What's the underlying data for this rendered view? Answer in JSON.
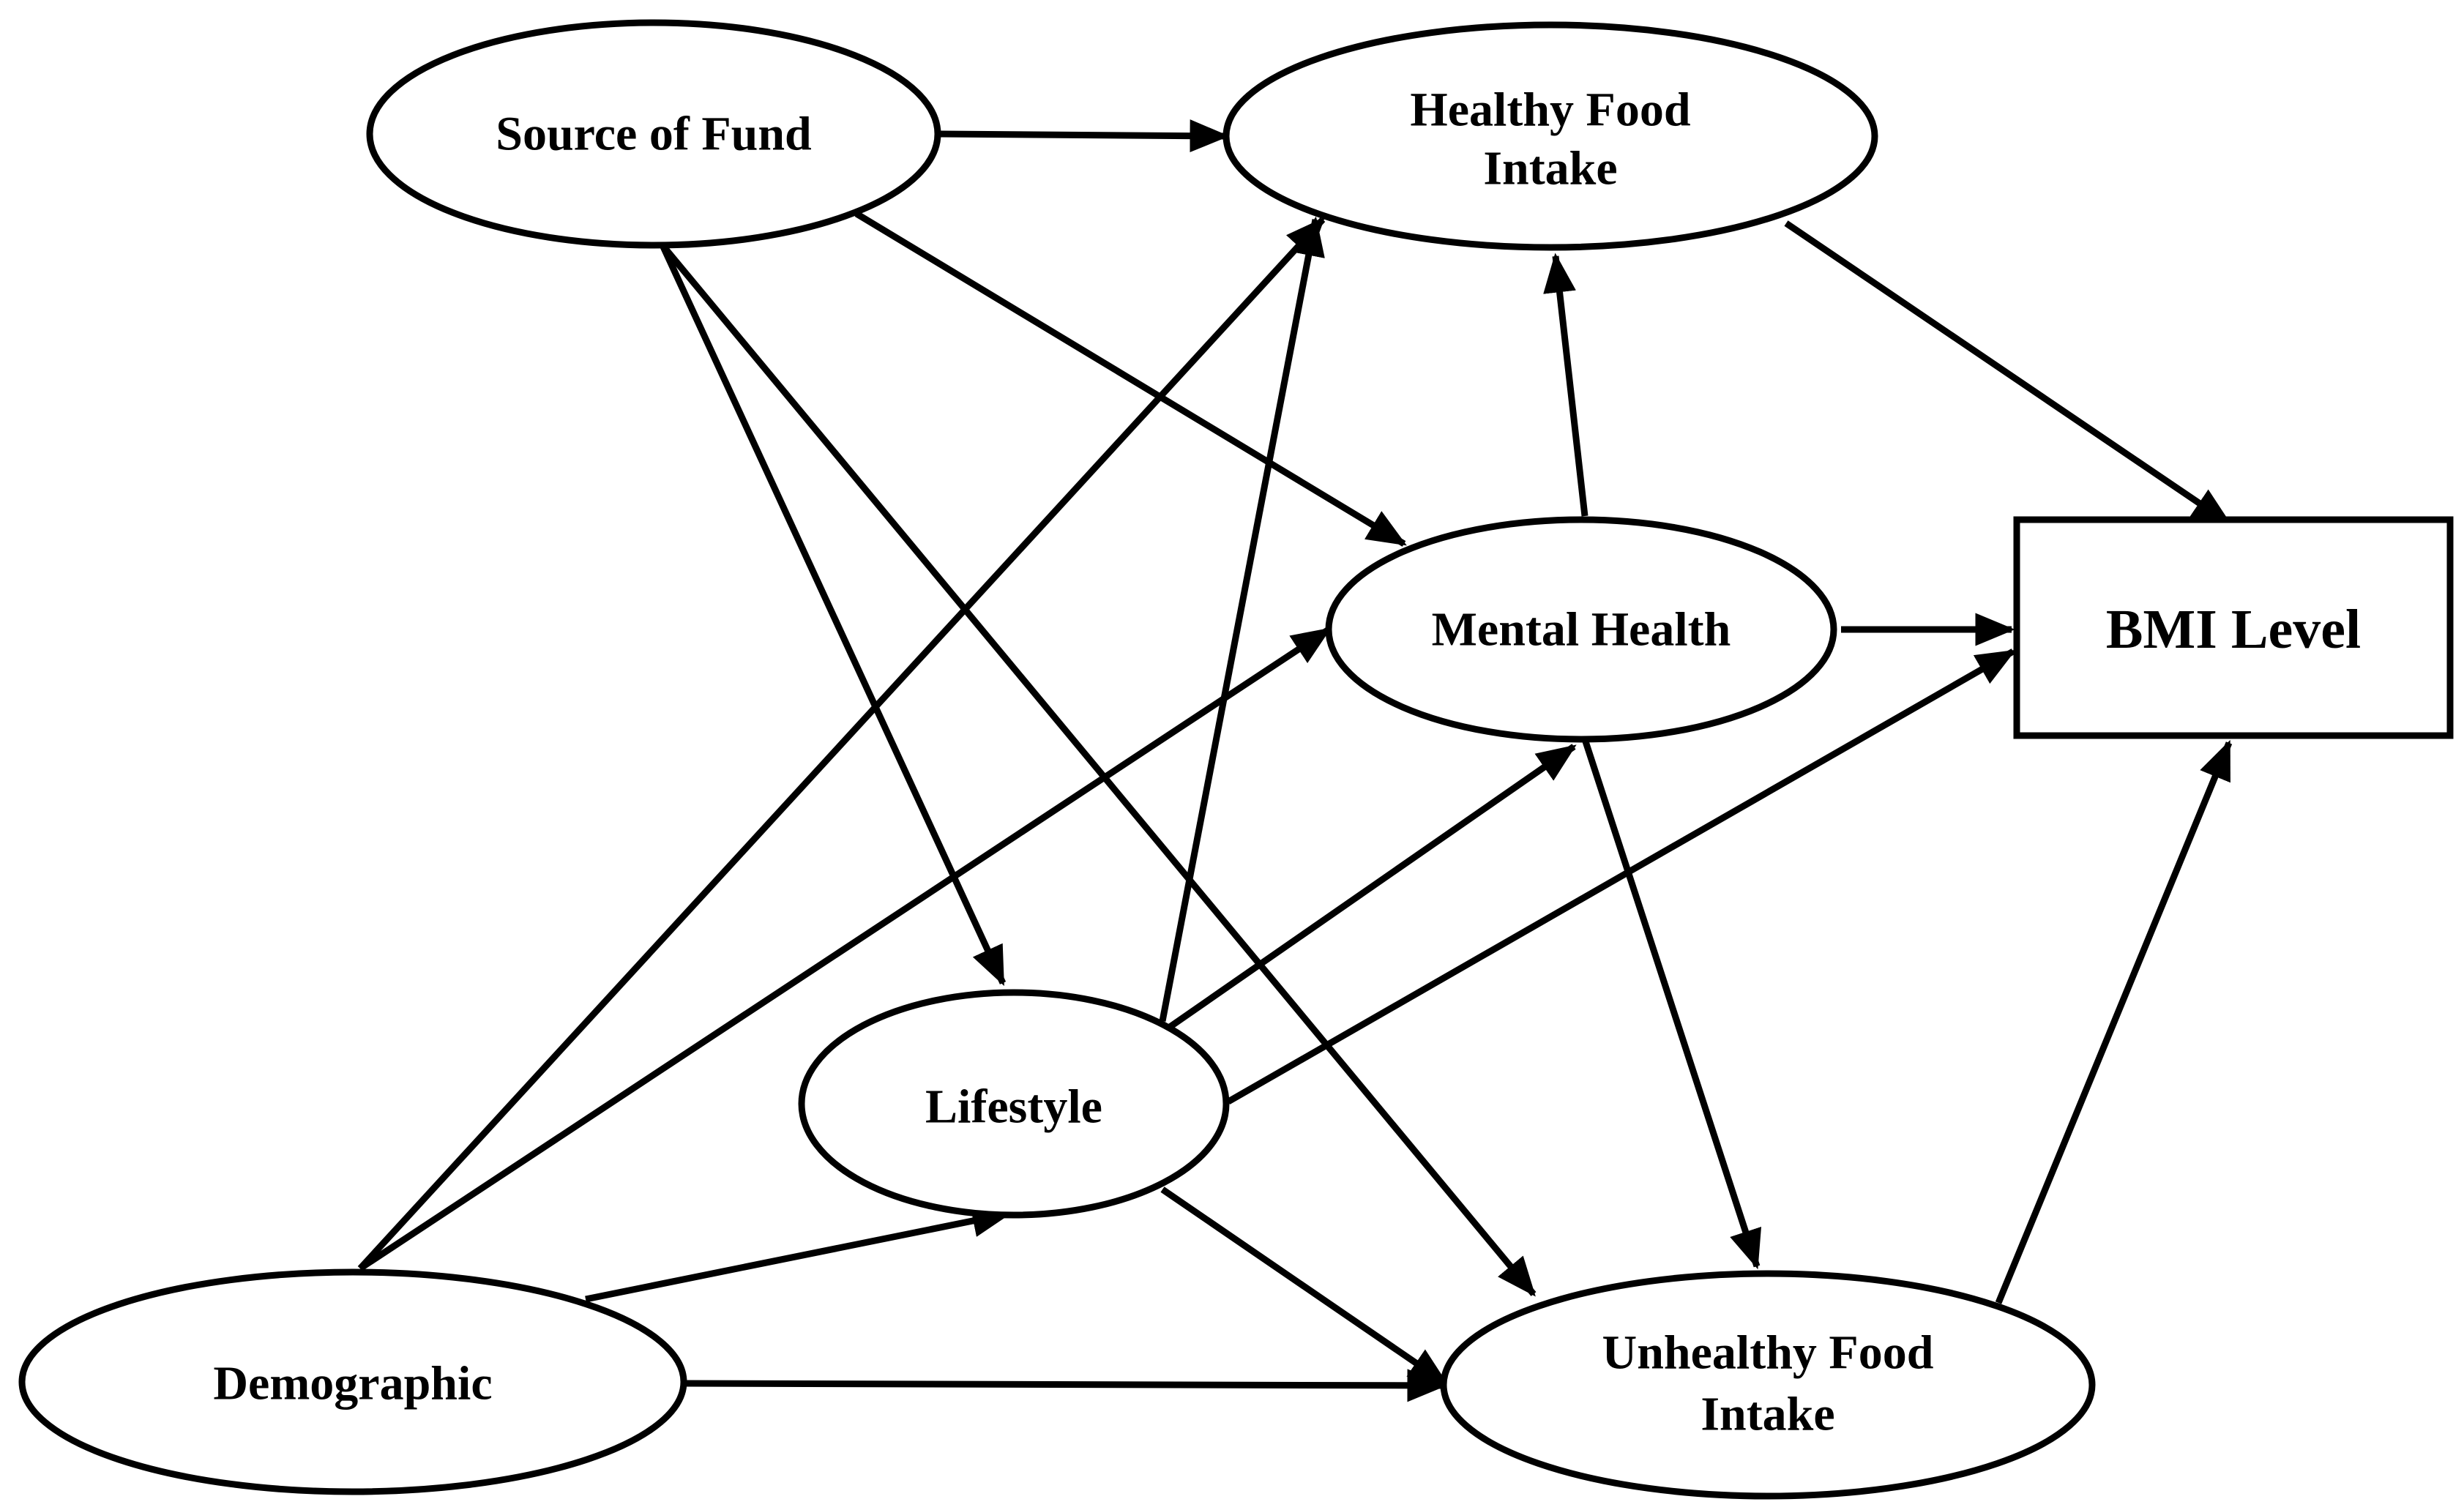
{
  "diagram": {
    "nodes": {
      "source_of_fund": {
        "label": "Source of Fund"
      },
      "healthy_food": {
        "lines": [
          "Healthy Food",
          "Intake"
        ]
      },
      "mental_health": {
        "label": "Mental Health"
      },
      "bmi_level": {
        "label": "BMI Level"
      },
      "lifestyle": {
        "label": "Lifestyle"
      },
      "demographic": {
        "label": "Demographic"
      },
      "unhealthy_food": {
        "lines": [
          "Unhealthy Food",
          "Intake"
        ]
      }
    },
    "edges": [
      {
        "from": "Source of Fund",
        "to": "Healthy Food Intake"
      },
      {
        "from": "Source of Fund",
        "to": "Mental Health"
      },
      {
        "from": "Source of Fund",
        "to": "Lifestyle"
      },
      {
        "from": "Source of Fund",
        "to": "Unhealthy Food Intake"
      },
      {
        "from": "Healthy Food Intake",
        "to": "BMI Level"
      },
      {
        "from": "Mental Health",
        "to": "Healthy Food Intake"
      },
      {
        "from": "Mental Health",
        "to": "BMI Level"
      },
      {
        "from": "Mental Health",
        "to": "Unhealthy Food Intake"
      },
      {
        "from": "Lifestyle",
        "to": "Healthy Food Intake"
      },
      {
        "from": "Lifestyle",
        "to": "Mental Health"
      },
      {
        "from": "Lifestyle",
        "to": "BMI Level"
      },
      {
        "from": "Lifestyle",
        "to": "Unhealthy Food Intake"
      },
      {
        "from": "Demographic",
        "to": "Healthy Food Intake"
      },
      {
        "from": "Demographic",
        "to": "Mental Health"
      },
      {
        "from": "Demographic",
        "to": "Lifestyle"
      },
      {
        "from": "Demographic",
        "to": "Unhealthy Food Intake"
      },
      {
        "from": "Unhealthy Food Intake",
        "to": "BMI Level"
      }
    ]
  }
}
